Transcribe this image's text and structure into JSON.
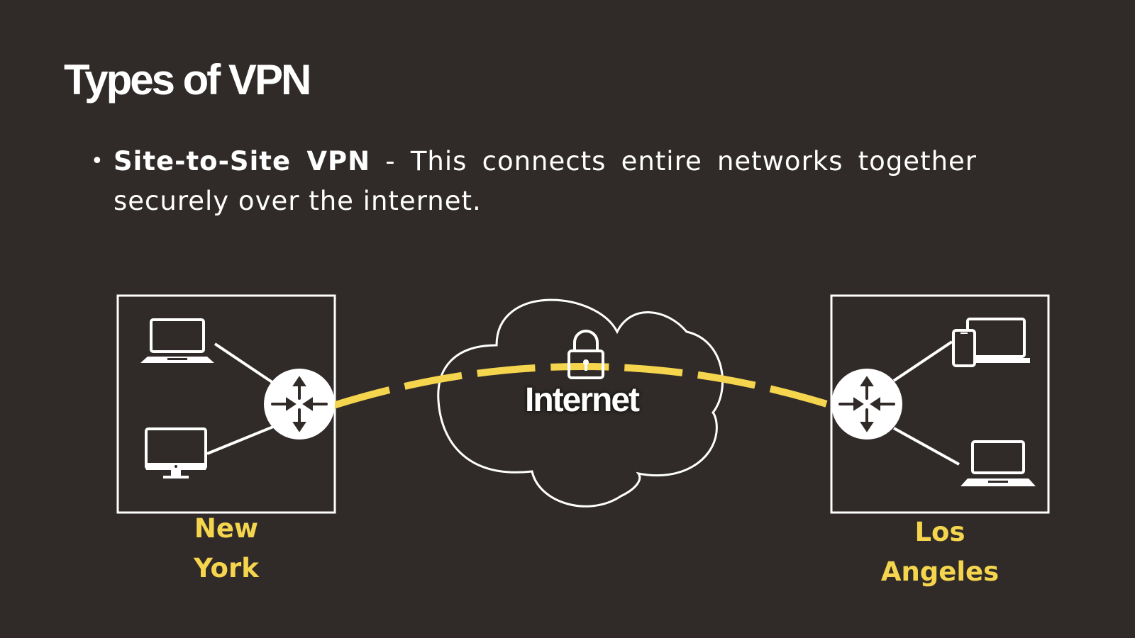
{
  "slide": {
    "title": "Types of VPN",
    "bullet": {
      "term": "Site-to-Site VPN",
      "separator": " - ",
      "description": "This connects entire networks together securely over the internet."
    }
  },
  "diagram": {
    "left_site": {
      "label_line1": "New",
      "label_line2": "York",
      "devices": [
        "laptop-icon",
        "desktop-monitor-icon"
      ]
    },
    "right_site": {
      "label_line1": "Los",
      "label_line2": "Angeles",
      "devices": [
        "tablet-phone-laptop-icon",
        "laptop-icon"
      ]
    },
    "center": {
      "label": "Internet",
      "icon": "lock-icon"
    },
    "tunnel_style": "dashed-yellow"
  },
  "colors": {
    "background": "#302b28",
    "text": "#ffffff",
    "accent": "#f5d54e"
  }
}
